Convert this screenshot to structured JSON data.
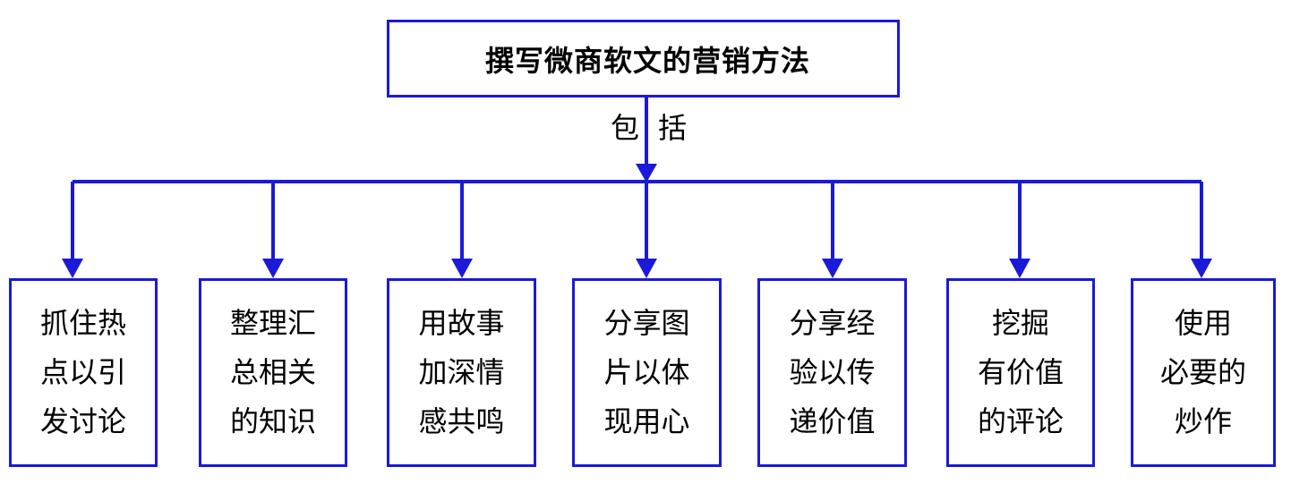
{
  "diagram": {
    "root": "撰写微商软文的营销方法",
    "relation_chars": [
      "包",
      "括"
    ],
    "children": [
      "抓住热\n点以引\n发讨论",
      "整理汇\n总相关\n的知识",
      "用故事\n加深情\n感共鸣",
      "分享图\n片以体\n现用心",
      "分享经\n验以传\n递价值",
      "挖掘\n有价值\n的评论",
      "使用\n必要的\n炒作"
    ],
    "colors": {
      "border": "#1a1ad8",
      "connector": "#1a1ad8",
      "text": "#000000"
    }
  }
}
